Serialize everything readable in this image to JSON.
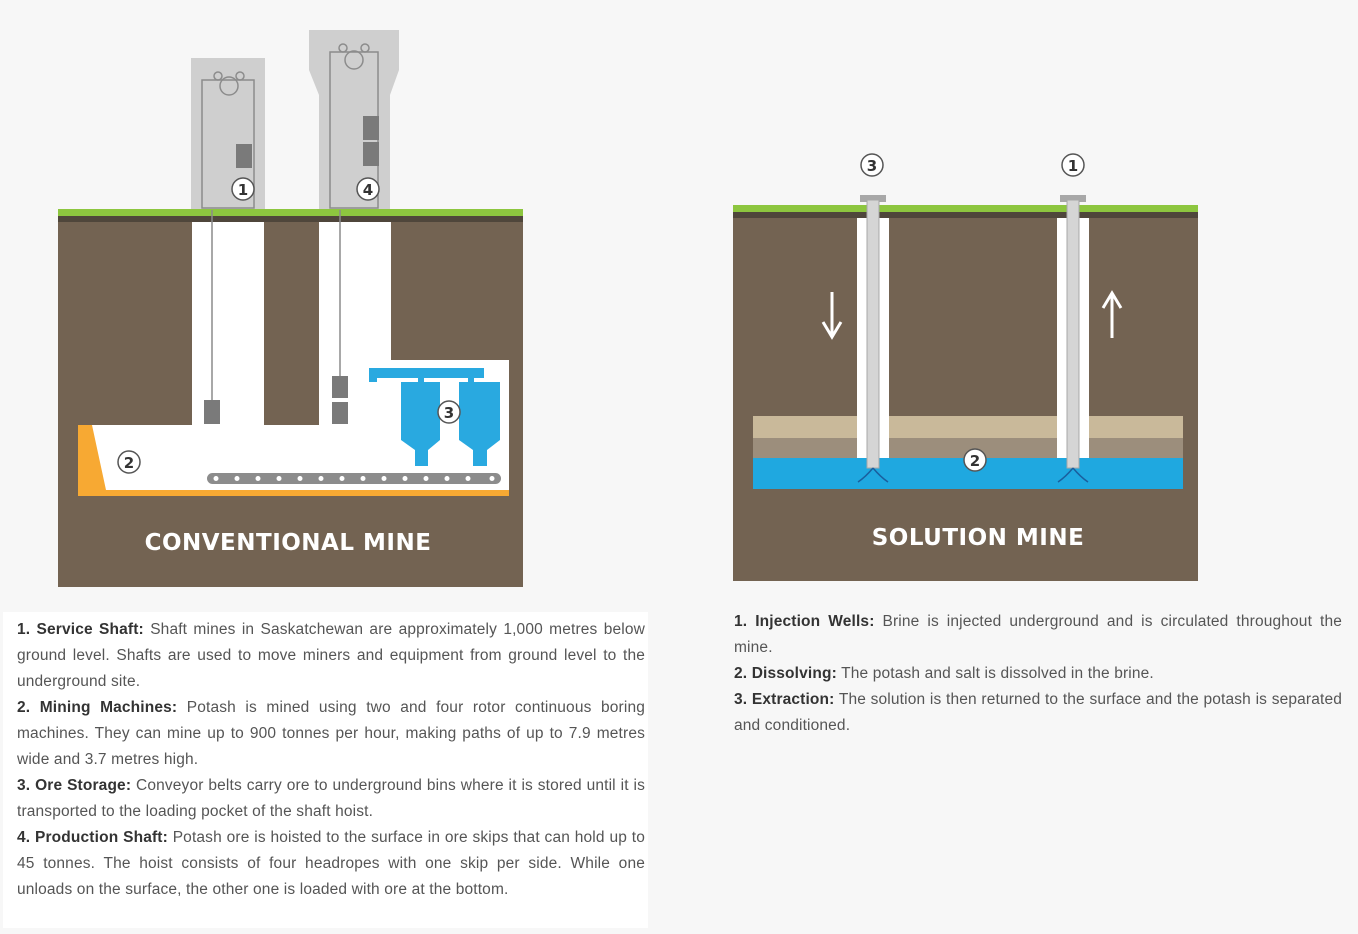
{
  "conventional_mine": {
    "title": "CONVENTIONAL MINE",
    "markers": [
      "1",
      "2",
      "3",
      "4"
    ],
    "items": [
      {
        "num": "1.",
        "term": "Service Shaft:",
        "text": "Shaft mines in Saskatchewan are approximately 1,000 metres below ground level. Shafts are used to move miners and equipment from ground level to the underground site."
      },
      {
        "num": "2.",
        "term": "Mining Machines:",
        "text": "Potash is mined using two and four rotor continuous boring machines. They can mine up to 900 tonnes per hour, making paths of up to 7.9 metres wide and 3.7 metres high."
      },
      {
        "num": "3.",
        "term": "Ore Storage:",
        "text": "Conveyor belts carry ore to underground bins where it is stored until it is transported to the loading pocket of the shaft hoist."
      },
      {
        "num": "4.",
        "term": "Production Shaft:",
        "text": "Potash ore is hoisted to the surface in ore skips that can hold up to 45 tonnes. The hoist consists of four headropes with one skip per side. While one unloads on the surface, the other one is loaded with ore at the bottom."
      }
    ]
  },
  "solution_mine": {
    "title": "SOLUTION MINE",
    "markers": [
      "3",
      "1",
      "2"
    ],
    "items": [
      {
        "num": "1.",
        "term": "Injection Wells:",
        "text": "Brine is injected underground and is circulated throughout the mine."
      },
      {
        "num": "2.",
        "term": "Dissolving:",
        "text": "The potash and salt is dissolved in the brine."
      },
      {
        "num": "3.",
        "term": "Extraction:",
        "text": "The solution is then returned to the surface and the potash is separated and conditioned."
      }
    ]
  },
  "colors": {
    "soil": "#736352",
    "grass": "#8dc63f",
    "tunnel": "#ffffff",
    "headframe": "#cfcfcf",
    "bins": "#29a9e0",
    "machine": "#f7a933",
    "brine": "#1fa8e0",
    "salt_layer": "#c9b99a"
  }
}
